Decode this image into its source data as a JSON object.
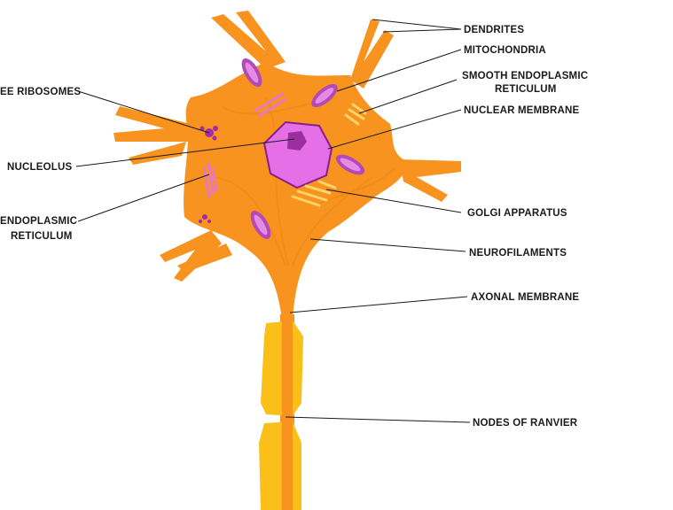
{
  "labels": {
    "dendrites": "DENDRITES",
    "mitochondria": "MITOCHONDRIA",
    "smooth_er_line1": "SMOOTH ENDOPLASMIC",
    "smooth_er_line2": "RETICULUM",
    "nuclear_membrane": "NUCLEAR MEMBRANE",
    "golgi_apparatus": "GOLGI APPARATUS",
    "neurofilaments": "NEUROFILAMENTS",
    "axonal_membrane": "AXONAL MEMBRANE",
    "nodes_of_ranvier": "NODES OF RANVIER",
    "free_ribosomes": "EE RIBOSOMES",
    "nucleolus": "NUCLEOLUS",
    "rough_er_line1": "ENDOPLASMIC",
    "rough_er_line2": "RETICULUM"
  },
  "colors": {
    "cell_body": "#f7931e",
    "cell_body_streak": "#f48a16",
    "axon_core": "#f7931e",
    "myelin_sheath": "#fbbf1a",
    "nucleus": "#e56fe6",
    "nucleus_outline": "#8a1f8c",
    "nucleolus": "#9b2fa0",
    "mitochondria": "#b34ab8",
    "mitochondria_inner": "#e58be6",
    "ribosomes": "#a32aa8",
    "golgi": "#fbd46a",
    "rough_er": "#e879c0"
  }
}
